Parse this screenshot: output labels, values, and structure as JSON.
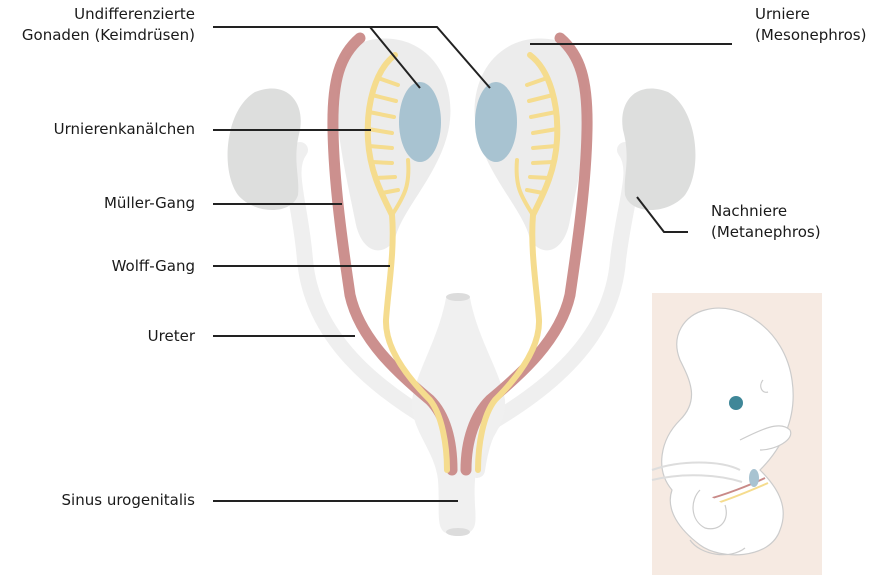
{
  "labels": {
    "gonads_line1": "Undifferenzierte",
    "gonads_line2": "Gonaden (Keimdrüsen)",
    "urniere_line1": "Urniere",
    "urniere_line2": "(Mesonephros)",
    "urnierenkanaelchen": "Urnierenkanälchen",
    "mueller_gang": "Müller-Gang",
    "nachniere_line1": "Nachniere",
    "nachniere_line2": "(Metanephros)",
    "wolff_gang": "Wolff-Gang",
    "ureter": "Ureter",
    "sinus_urogenitalis": "Sinus urogenitalis"
  },
  "colors": {
    "mueller_duct": "#c98a88",
    "wolff_duct": "#f5dc8e",
    "gonad": "#a8c3d1",
    "kidney_grey": "#dddedd",
    "mesonephros_bg": "#ececec",
    "sinus_bg": "#f0f0f0",
    "inset_bg": "#f6eae2",
    "leader_line": "#222222",
    "embryo_eye": "#3f8798"
  }
}
